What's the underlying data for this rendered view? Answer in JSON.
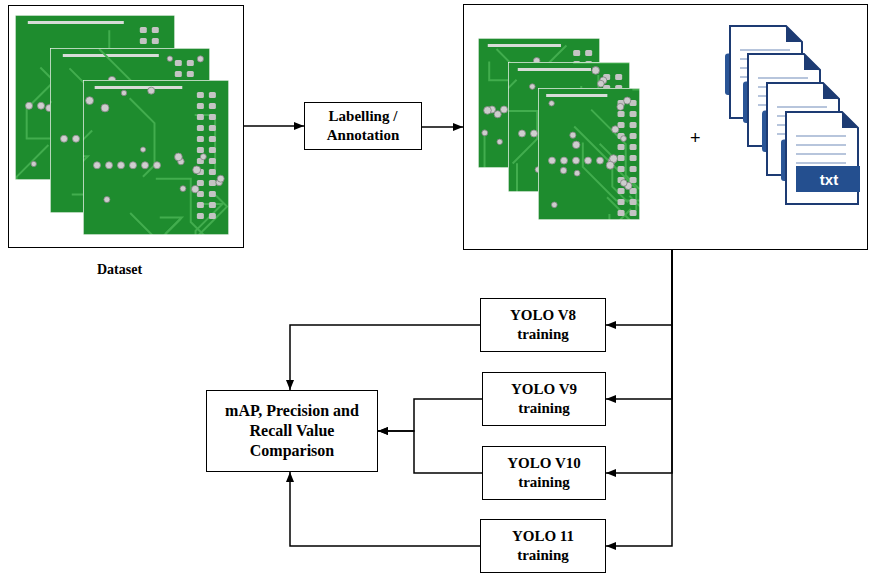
{
  "diagram": {
    "nodes": [
      {
        "text": [
          "Dataset"
        ]
      },
      {
        "text": [
          "Labelling / Annotation"
        ]
      },
      {
        "text": [
          "+",
          "txt"
        ]
      },
      {
        "text": [
          "YOLO V8 training"
        ]
      },
      {
        "text": [
          "YOLO V9 training"
        ]
      },
      {
        "text": [
          "YOLO V10 training"
        ]
      },
      {
        "text": [
          "YOLO 11 training"
        ]
      },
      {
        "text": [
          "mAP, Precision and Recall Value Comparison"
        ]
      }
    ],
    "edges": [
      {
        "from": 0,
        "to": 1,
        "arrow": "to"
      },
      {
        "from": 1,
        "to": 2,
        "arrow": "to"
      },
      {
        "from": 2,
        "to": 3,
        "arrow": "to"
      },
      {
        "from": 2,
        "to": 4,
        "arrow": "to"
      },
      {
        "from": 2,
        "to": 5,
        "arrow": "to"
      },
      {
        "from": 2,
        "to": 6,
        "arrow": "to"
      },
      {
        "from": 3,
        "to": 7,
        "arrow": "to"
      },
      {
        "from": 4,
        "to": 7,
        "arrow": "to"
      },
      {
        "from": 5,
        "to": 7,
        "arrow": "to"
      },
      {
        "from": 6,
        "to": 7,
        "arrow": "to"
      }
    ]
  }
}
